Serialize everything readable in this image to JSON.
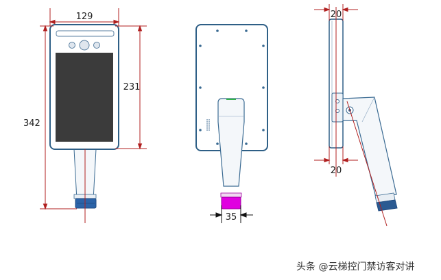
{
  "front_view": {
    "width_label": "129",
    "screen_height_label": "231",
    "total_height_label": "342"
  },
  "back_view": {
    "pole_diameter_label": "35"
  },
  "side_view": {
    "top_thickness_label": "20",
    "bottom_thickness_label": "20"
  },
  "watermark": {
    "text": "头条 @云梯控门禁访客对讲"
  },
  "colors": {
    "device_outline": "#2e5f86",
    "dimension_line": "#b01f1f",
    "screen": "#3b3b3b",
    "pole_base_front": "#2b63a8",
    "pole_base_back": "#e000e0",
    "pole_base_side": "#2b5a92"
  }
}
